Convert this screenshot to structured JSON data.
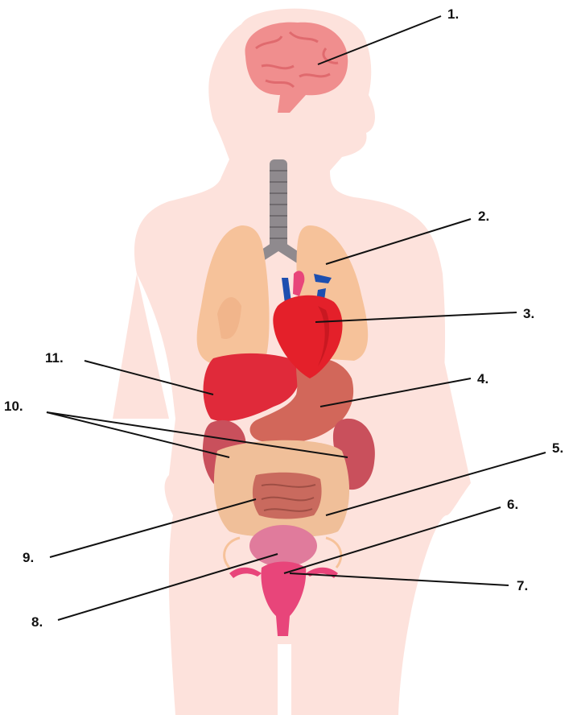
{
  "colors": {
    "body": "#fde2dc",
    "brain": "#f08e8e",
    "brain_dark": "#e06a6e",
    "trachea": "#8f8a8e",
    "lungs": "#f6c29a",
    "lungs_dark": "#eba77b",
    "heart": "#e4202a",
    "heart_dark": "#b8141d",
    "liver": "#e02a3a",
    "stomach": "#d2675a",
    "kidneys": "#c9505c",
    "intestine": "#f0bf99",
    "small_intestine": "#c96a5e",
    "bladder": "#e07b9c",
    "uterus": "#e8457a",
    "vessels_blue": "#1e4fb0",
    "leader": "#111111"
  },
  "labels": [
    {
      "id": "1",
      "text": "1."
    },
    {
      "id": "2",
      "text": "2."
    },
    {
      "id": "3",
      "text": "3."
    },
    {
      "id": "4",
      "text": "4."
    },
    {
      "id": "5",
      "text": "5."
    },
    {
      "id": "6",
      "text": "6."
    },
    {
      "id": "7",
      "text": "7."
    },
    {
      "id": "8",
      "text": "8."
    },
    {
      "id": "9",
      "text": "9."
    },
    {
      "id": "10",
      "text": "10."
    },
    {
      "id": "11",
      "text": "11."
    }
  ]
}
